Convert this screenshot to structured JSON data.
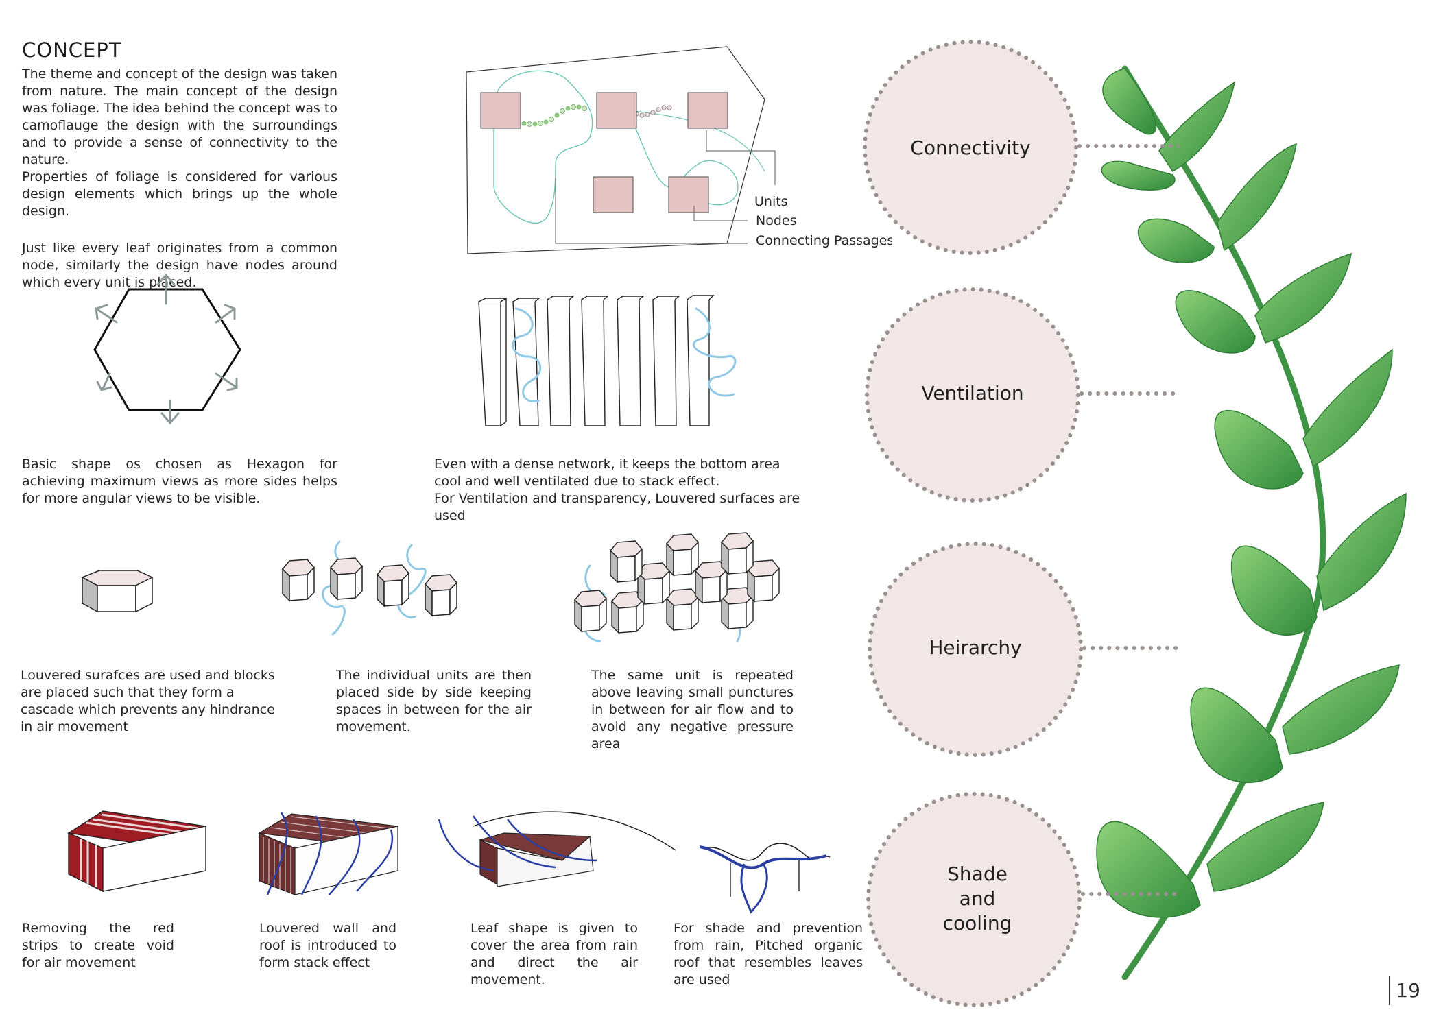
{
  "heading": "CONCEPT",
  "intro": {
    "p1": "The theme and concept of the design was taken from nature. The main concept of the design was foliage. The idea behind the concept was to camoflauge the design with the surroundings and to provide a sense of connectivity to the nature.",
    "p2": "Properties of foliage is considered for various design elements which brings up the whole design.",
    "p3": "Just like every leaf originates from a common node, similarly the design have nodes around which every unit is placed."
  },
  "diagram_legend": {
    "units": "Units",
    "nodes": "Nodes",
    "passages": "Connecting Passages"
  },
  "captions": {
    "hexagon": "Basic shape os chosen as Hexagon for achieving maximum views as more sides helps for more angular views to be visible.",
    "ventilation1": "Even with a dense network, it keeps the bottom area cool and well ventilated due to stack effect.",
    "ventilation2": "For Ventilation and transparency, Louvered surfaces are used",
    "cascade": "Louvered surafces are used and blocks are placed such that they form a cascade which prevents any hindrance in air movement",
    "side_by_side": "The individual units are then placed side by side keeping spaces in between for the air movement.",
    "repeated": "The same unit is repeated above leaving small punctures in between for air flow and to avoid any negative pressure area",
    "red_strips": "Removing the red strips to create void for air movement",
    "louvered_roof": "Louvered wall and roof is introduced to form stack effect",
    "leaf_shape": "Leaf shape is given to cover the area from rain and direct the air movement.",
    "pitched_roof": "For shade and prevention from rain, Pitched organic roof that resembles leaves are used"
  },
  "properties": {
    "connectivity": "Connectivity",
    "ventilation": "Ventilation",
    "hierarchy": "Heirarchy",
    "shade_1": "Shade",
    "shade_2": "and",
    "shade_3": "cooling"
  },
  "page_number": "19",
  "colors": {
    "circle_fill": "#f1e7e7",
    "circle_dots": "#9a9090",
    "unit_fill": "#e6c3c3",
    "air": "#8fc9e6",
    "leaf": "#4ea13f",
    "red_strip": "#9e1c24"
  }
}
